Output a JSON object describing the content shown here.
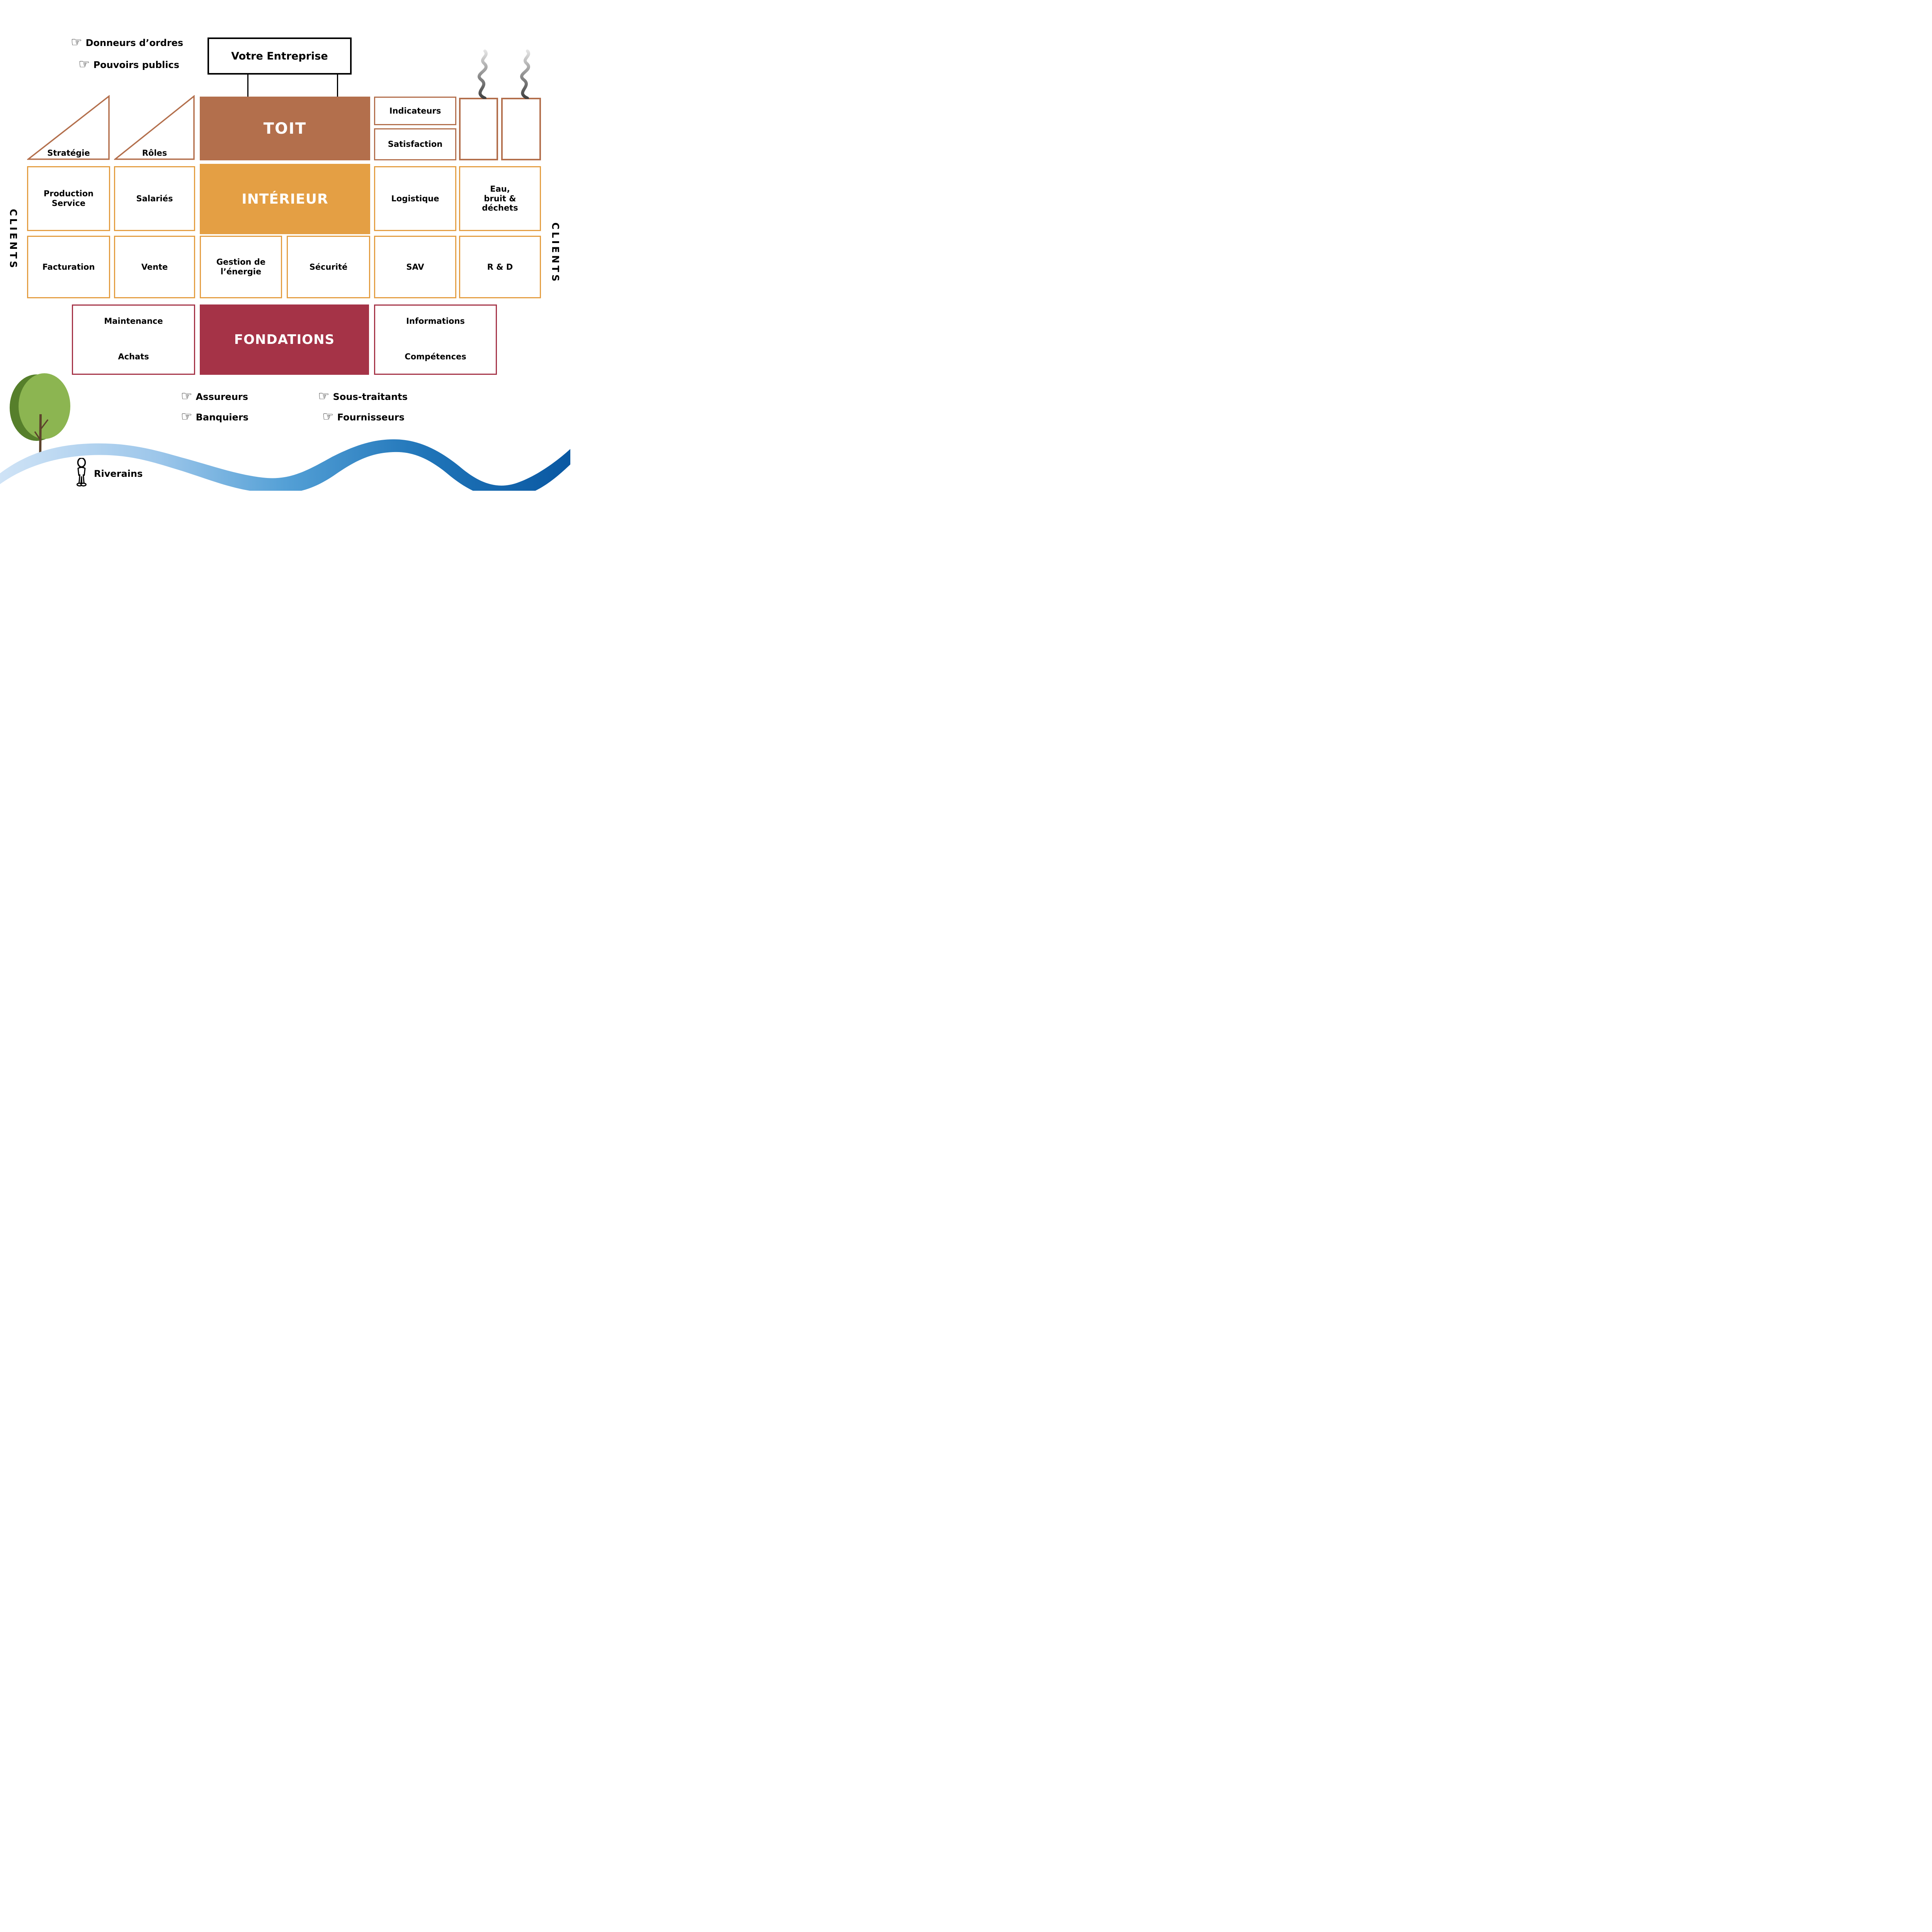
{
  "company": {
    "label": "Votre Entreprise"
  },
  "external_actors": {
    "top": [
      {
        "label": "Donneurs d’ordres"
      },
      {
        "label": "Pouvoirs publics"
      }
    ],
    "bottom": [
      {
        "label": "Assureurs"
      },
      {
        "label": "Banquiers"
      },
      {
        "label": "Sous-traitants"
      },
      {
        "label": "Fournisseurs"
      }
    ],
    "riverains": {
      "label": "Riverains"
    }
  },
  "sides": {
    "left": "CLIENTS",
    "right": "CLIENTS"
  },
  "house": {
    "roof": {
      "title": "TOIT",
      "triangles": [
        {
          "label": "Stratégie"
        },
        {
          "label": "Rôles"
        }
      ],
      "boxes": [
        {
          "label": "Indicateurs"
        },
        {
          "label": "Satisfaction"
        }
      ]
    },
    "interior": {
      "title": "INTÉRIEUR",
      "row1": [
        {
          "label": "Production\nService"
        },
        {
          "label": "Salariés"
        },
        {
          "label": "Logistique"
        },
        {
          "label": "Eau,\nbruit &\ndéchets"
        }
      ],
      "row2": [
        {
          "label": "Facturation"
        },
        {
          "label": "Vente"
        },
        {
          "label": "Gestion de\nl’énergie"
        },
        {
          "label": "Sécurité"
        },
        {
          "label": "SAV"
        },
        {
          "label": "R & D"
        }
      ]
    },
    "foundations": {
      "title": "FONDATIONS",
      "left_box": {
        "top": "Maintenance",
        "bottom": "Achats"
      },
      "right_box": {
        "top": "Informations",
        "bottom": "Compétences"
      }
    }
  },
  "glyphs": {
    "pointing_hand": "☞"
  },
  "colors": {
    "roof_brown": "#b36f4c",
    "interior_orange": "#e49f44",
    "foundation_red": "#a53347",
    "wave_light": "#cfe3f6",
    "wave_dark": "#0a58a2",
    "tree_green_light": "#8cb551",
    "tree_green_dark": "#567f2b",
    "trunk_brown": "#5d432c",
    "smoke_dark": "#3f3f3f",
    "smoke_light": "#e8e8e8"
  }
}
